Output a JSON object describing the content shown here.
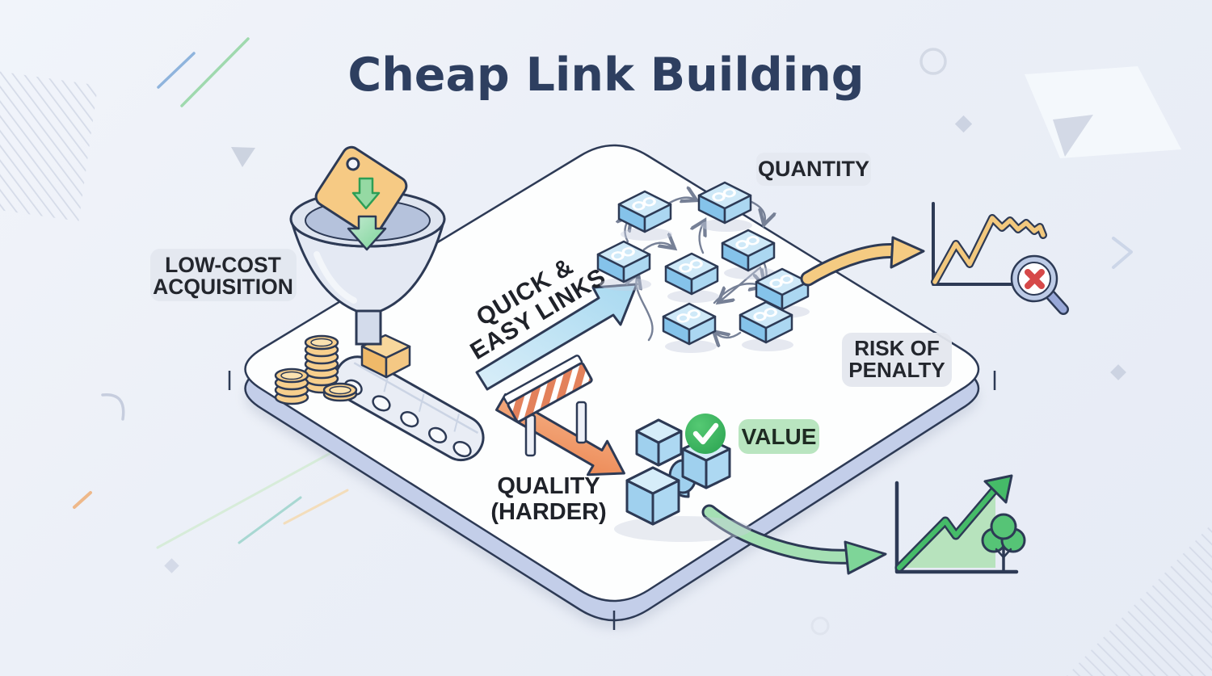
{
  "title": "Cheap Link Building",
  "labels": {
    "low_cost_line1": "LOW-COST",
    "low_cost_line2": "ACQUISITION",
    "quick_easy_line1": "QUICK &",
    "quick_easy_line2": "EASY LINKS",
    "quantity": "QUANTITY",
    "risk_line1": "RISK OF",
    "risk_line2": "PENALTY",
    "quality_line1": "QUALITY",
    "quality_line2": "(HARDER)",
    "value": "VALUE"
  },
  "icons": {
    "price_tag": "price-tag-icon",
    "down_arrow": "green-down-arrow-icon",
    "funnel": "funnel-icon",
    "coins": "coin-stacks-icon",
    "conveyor": "conveyor-belt-icon",
    "link_blocks": "link-block-icons",
    "quick_arrow": "quick-easy-links-arrow-icon",
    "quantity_arrow": "yellow-curved-arrow-icon",
    "declining_chart": "declining-chart-icon",
    "magnifier_x": "magnifier-red-x-icon",
    "barrier": "construction-barrier-icon",
    "quality_arrow": "orange-arrow-icon",
    "cubes": "quality-cubes-icon",
    "check": "green-check-icon",
    "value_arrow": "green-curved-arrow-icon",
    "growth_chart": "growth-chart-icon",
    "tree": "tree-icon"
  },
  "colors": {
    "background": "#edf1f8",
    "outline_navy": "#2d3a55",
    "title_navy": "#2e3f60",
    "label_bg": "#e4e8f0",
    "label_text": "#23262d",
    "block_blue": "#a9d6f1",
    "accent_orange": "#f5c983",
    "arrow_orange": "#ef8f5d",
    "accent_green": "#4cbf6d",
    "value_bg": "#b9e5c0",
    "error_red": "#d64949",
    "platform_side": "#c3cee9"
  }
}
